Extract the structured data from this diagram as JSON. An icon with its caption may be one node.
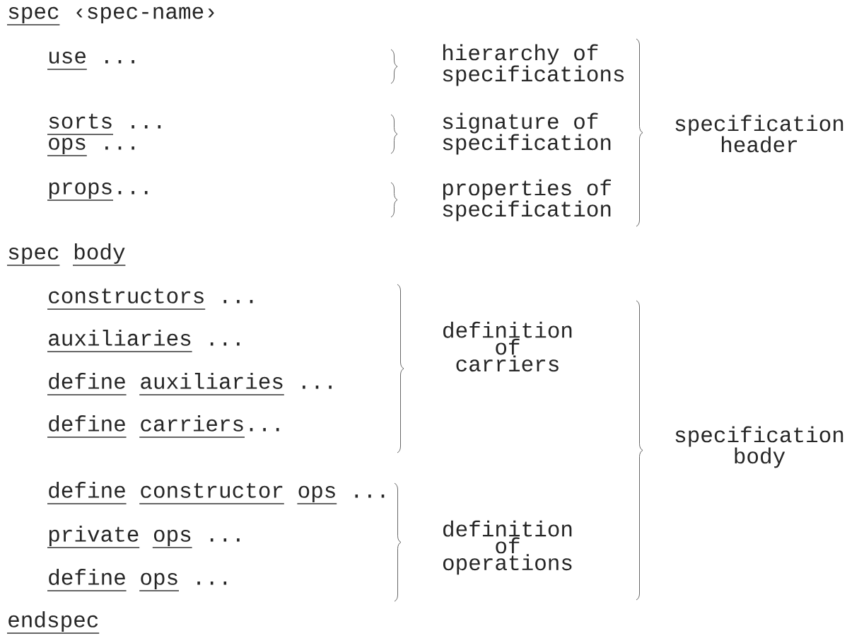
{
  "diagram": {
    "labels": [
      "spec ‹spec-name›",
      "use ...",
      "hierarchy of specifications",
      "sorts ...",
      "signature of specification",
      "specification header",
      "ops ...",
      "props...",
      "properties of specification",
      "spec body",
      "constructors ...",
      "definition of carriers",
      "auxiliaries ...",
      "define auxiliaries ...",
      "define carriers...",
      "specification body",
      "define constructor ops ...",
      "definition of operations",
      "private ops ...",
      "define ops ...",
      "endspec"
    ]
  }
}
